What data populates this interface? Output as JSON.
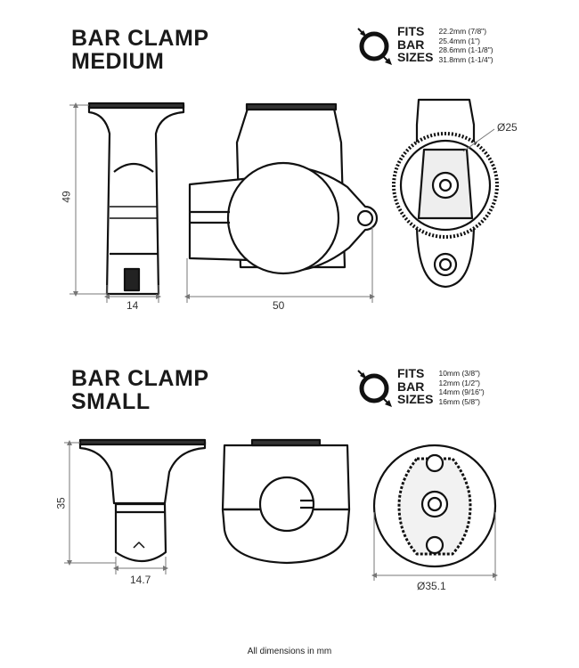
{
  "medium": {
    "title_line1": "BAR CLAMP",
    "title_line2": "MEDIUM",
    "fits_word1": "FITS",
    "fits_word2": "BAR",
    "fits_word3": "SIZES",
    "sizes": [
      "22.2mm (7/8\")",
      "25.4mm (1\")",
      "28.6mm (1-1/8\")",
      "31.8mm (1-1/4\")"
    ],
    "dim_height": "49",
    "dim_width_side": "14",
    "dim_width_front": "50",
    "dim_diameter": "Ø25"
  },
  "small": {
    "title_line1": "BAR CLAMP",
    "title_line2": "SMALL",
    "fits_word1": "FITS",
    "fits_word2": "BAR",
    "fits_word3": "SIZES",
    "sizes": [
      "10mm (3/8\")",
      "12mm (1/2\")",
      "14mm (9/16\")",
      "16mm (5/8\")"
    ],
    "dim_height": "35",
    "dim_width_side": "14.7",
    "dim_diameter": "Ø35.1"
  },
  "footer": "All dimensions in mm"
}
